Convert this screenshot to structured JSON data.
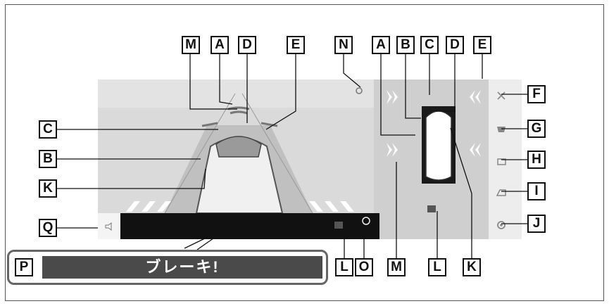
{
  "labels": {
    "M_top": "M",
    "A_top": "A",
    "D_top": "D",
    "E_top": "E",
    "N_top": "N",
    "A_top2": "A",
    "B_top": "B",
    "C_top": "C",
    "D_top2": "D",
    "E_top2": "E",
    "C_left": "C",
    "B_left": "B",
    "K_left": "K",
    "Q_left": "Q",
    "P_left": "P",
    "F_right": "F",
    "G_right": "G",
    "H_right": "H",
    "I_right": "I",
    "J_right": "J",
    "L_bot": "L",
    "O_bot": "O",
    "M_bot": "M",
    "L_bot2": "L",
    "K_bot": "K"
  },
  "brake_message": "ブレーキ!",
  "side_buttons": [
    {
      "name": "close-icon"
    },
    {
      "name": "camera-view-icon"
    },
    {
      "name": "sensor-view-icon"
    },
    {
      "name": "display-toggle-icon"
    },
    {
      "name": "settings-gear-icon"
    }
  ],
  "colors": {
    "screen_bg": "#cfcfcf",
    "banner_bg": "#4a4a4a",
    "label_border": "#111111"
  }
}
